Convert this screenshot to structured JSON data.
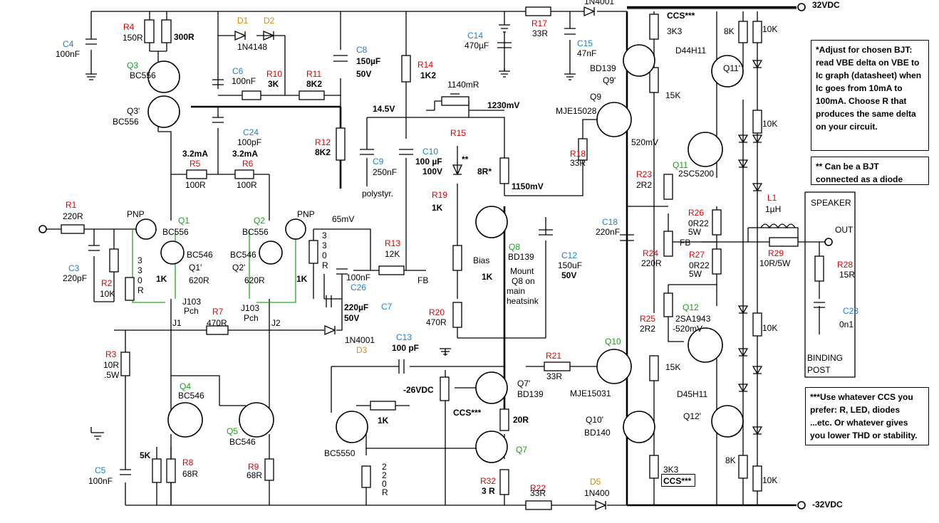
{
  "rails": {
    "pos": "32VDC",
    "neg": "-32VDC"
  },
  "notes": {
    "bjt": "*Adjust for chosen BJT: read VBE delta on VBE to Ic graph (datasheet) when Ic goes from 10mA to 100mA. Choose R that produces the same delta on your circuit.",
    "diode": "** Can be a BJT connected as a diode",
    "ccs": "***Use whatever CCS you prefer: R, LED, diodes ...etc. Or whatever gives you lower THD or stability."
  },
  "speaker": {
    "title": "SPEAKER",
    "out": "OUT",
    "binding": "BINDING",
    "post": "POST"
  },
  "labels": [
    {
      "t": "C4",
      "c": "blu"
    },
    {
      "t": "100nF",
      "c": "k"
    },
    {
      "t": "R4",
      "c": "red"
    },
    {
      "t": "150R",
      "c": "k"
    },
    {
      "t": "300R",
      "c": "k"
    },
    {
      "t": "Q3",
      "c": "grn"
    },
    {
      "t": "BC556",
      "c": "k"
    },
    {
      "t": "Q3'",
      "c": "k"
    },
    {
      "t": "BC556",
      "c": "k"
    },
    {
      "t": "D1",
      "c": "org"
    },
    {
      "t": "D2",
      "c": "org"
    },
    {
      "t": "1N4148",
      "c": "k"
    },
    {
      "t": "C6",
      "c": "blu"
    },
    {
      "t": "100nF",
      "c": "k"
    },
    {
      "t": "R10",
      "c": "red"
    },
    {
      "t": "3K",
      "c": "k"
    },
    {
      "t": "R11",
      "c": "red"
    },
    {
      "t": "8K2",
      "c": "k"
    },
    {
      "t": "C8",
      "c": "blu"
    },
    {
      "t": "150µF",
      "c": "k"
    },
    {
      "t": "50V",
      "c": "k"
    },
    {
      "t": "R12",
      "c": "red"
    },
    {
      "t": "8K2",
      "c": "k"
    },
    {
      "t": "C24",
      "c": "blu"
    },
    {
      "t": "100pF",
      "c": "k"
    },
    {
      "t": "3.2mA",
      "c": "k"
    },
    {
      "t": "3.2mA",
      "c": "k"
    },
    {
      "t": "R5",
      "c": "red"
    },
    {
      "t": "100R",
      "c": "k"
    },
    {
      "t": "R6",
      "c": "red"
    },
    {
      "t": "100R",
      "c": "k"
    },
    {
      "t": "R1",
      "c": "red"
    },
    {
      "t": "220R",
      "c": "k"
    },
    {
      "t": "PNP",
      "c": "k"
    },
    {
      "t": "Q1",
      "c": "grn"
    },
    {
      "t": "BC556",
      "c": "k"
    },
    {
      "t": "BC546",
      "c": "k"
    },
    {
      "t": "Q1'",
      "c": "k"
    },
    {
      "t": "620R",
      "c": "k"
    },
    {
      "t": "1K",
      "c": "k"
    },
    {
      "t": "3",
      "c": "k"
    },
    {
      "t": "3",
      "c": "k"
    },
    {
      "t": "0",
      "c": "k"
    },
    {
      "t": "R",
      "c": "k"
    },
    {
      "t": "Q2",
      "c": "grn"
    },
    {
      "t": "BC556",
      "c": "k"
    },
    {
      "t": "PNP",
      "c": "k"
    },
    {
      "t": "BC546",
      "c": "k"
    },
    {
      "t": "Q2'",
      "c": "k"
    },
    {
      "t": "620R",
      "c": "k"
    },
    {
      "t": "1K",
      "c": "k"
    },
    {
      "t": "3",
      "c": "k"
    },
    {
      "t": "3",
      "c": "k"
    },
    {
      "t": "0",
      "c": "k"
    },
    {
      "t": "R",
      "c": "k"
    },
    {
      "t": "65mV",
      "c": "k"
    },
    {
      "t": "C3",
      "c": "blu"
    },
    {
      "t": "220pF",
      "c": "k"
    },
    {
      "t": "R2",
      "c": "red"
    },
    {
      "t": "10K",
      "c": "k"
    },
    {
      "t": "J103",
      "c": "k"
    },
    {
      "t": "Pch",
      "c": "k"
    },
    {
      "t": "J1",
      "c": "k"
    },
    {
      "t": "R7",
      "c": "red"
    },
    {
      "t": "470R",
      "c": "k"
    },
    {
      "t": "J103",
      "c": "k"
    },
    {
      "t": "Pch",
      "c": "k"
    },
    {
      "t": "J2",
      "c": "k"
    },
    {
      "t": "100nF",
      "c": "k"
    },
    {
      "t": "C26",
      "c": "blu"
    },
    {
      "t": "220µF",
      "c": "k"
    },
    {
      "t": "50V",
      "c": "k"
    },
    {
      "t": "C7",
      "c": "blu"
    },
    {
      "t": "1N4001",
      "c": "k"
    },
    {
      "t": "D3",
      "c": "org"
    },
    {
      "t": "R13",
      "c": "red"
    },
    {
      "t": "12K",
      "c": "k"
    },
    {
      "t": "FB",
      "c": "k"
    },
    {
      "t": "R3",
      "c": "red"
    },
    {
      "t": "10R",
      "c": "k"
    },
    {
      "t": ".5W",
      "c": "k"
    },
    {
      "t": "Q4",
      "c": "grn"
    },
    {
      "t": "BC546",
      "c": "k"
    },
    {
      "t": "Q5",
      "c": "grn"
    },
    {
      "t": "BC546",
      "c": "k"
    },
    {
      "t": "5K",
      "c": "k"
    },
    {
      "t": "C5",
      "c": "blu"
    },
    {
      "t": "100nF",
      "c": "k"
    },
    {
      "t": "R8",
      "c": "red"
    },
    {
      "t": "68R",
      "c": "k"
    },
    {
      "t": "R9",
      "c": "red"
    },
    {
      "t": "68R",
      "c": "k"
    },
    {
      "t": "14.5V",
      "c": "k"
    },
    {
      "t": "C9",
      "c": "blu"
    },
    {
      "t": "250nF",
      "c": "k"
    },
    {
      "t": "polystyr.",
      "c": "k"
    },
    {
      "t": "C10",
      "c": "blu"
    },
    {
      "t": "100 µF",
      "c": "k"
    },
    {
      "t": "100V",
      "c": "k"
    },
    {
      "t": "R14",
      "c": "red"
    },
    {
      "t": "1K2",
      "c": "k"
    },
    {
      "t": "C14",
      "c": "blu"
    },
    {
      "t": "470µF",
      "c": "k"
    },
    {
      "t": "R17",
      "c": "red"
    },
    {
      "t": "33R",
      "c": "k"
    },
    {
      "t": "C15",
      "c": "blu"
    },
    {
      "t": "47nF",
      "c": "k"
    },
    {
      "t": "1N4001",
      "c": "k"
    },
    {
      "t": "1140mR",
      "c": "k"
    },
    {
      "t": "1230mV",
      "c": "k"
    },
    {
      "t": "R15",
      "c": "red"
    },
    {
      "t": "**",
      "c": "k"
    },
    {
      "t": "8R*",
      "c": "k"
    },
    {
      "t": "1150mV",
      "c": "k"
    },
    {
      "t": "R19",
      "c": "red"
    },
    {
      "t": "1K",
      "c": "k"
    },
    {
      "t": "Q8",
      "c": "grn"
    },
    {
      "t": "BD139",
      "c": "k"
    },
    {
      "t": "Bias",
      "c": "k"
    },
    {
      "t": "1K",
      "c": "k"
    },
    {
      "t": "Mount",
      "c": "k"
    },
    {
      "t": "Q8 on",
      "c": "k"
    },
    {
      "t": "main",
      "c": "k"
    },
    {
      "t": "heatsink",
      "c": "k"
    },
    {
      "t": "C12",
      "c": "blu"
    },
    {
      "t": "150uF",
      "c": "k"
    },
    {
      "t": "50V",
      "c": "k"
    },
    {
      "t": "R20",
      "c": "red"
    },
    {
      "t": "470R",
      "c": "k"
    },
    {
      "t": "C13",
      "c": "blu"
    },
    {
      "t": "100 pF",
      "c": "k"
    },
    {
      "t": "R21",
      "c": "red"
    },
    {
      "t": "33R",
      "c": "k"
    },
    {
      "t": "-26VDC",
      "c": "k"
    },
    {
      "t": "CCS***",
      "c": "k"
    },
    {
      "t": "1K",
      "c": "k"
    },
    {
      "t": "BC5550",
      "c": "k"
    },
    {
      "t": "2",
      "c": "k"
    },
    {
      "t": "2",
      "c": "k"
    },
    {
      "t": "0",
      "c": "k"
    },
    {
      "t": "R",
      "c": "k"
    },
    {
      "t": "Q7'",
      "c": "k"
    },
    {
      "t": "BD139",
      "c": "k"
    },
    {
      "t": "20R",
      "c": "k"
    },
    {
      "t": "Q7",
      "c": "grn"
    },
    {
      "t": "R32",
      "c": "red"
    },
    {
      "t": "3 R",
      "c": "k"
    },
    {
      "t": "R22",
      "c": "red"
    },
    {
      "t": "33R",
      "c": "k"
    },
    {
      "t": "D5",
      "c": "org"
    },
    {
      "t": "1N400",
      "c": "k"
    },
    {
      "t": "CCS***",
      "c": "k"
    },
    {
      "t": "3K3",
      "c": "k"
    },
    {
      "t": "BD139",
      "c": "k"
    },
    {
      "t": "Q9'",
      "c": "k"
    },
    {
      "t": "Q9",
      "c": "k"
    },
    {
      "t": "MJE15028",
      "c": "k"
    },
    {
      "t": "R18",
      "c": "red"
    },
    {
      "t": "33R",
      "c": "k"
    },
    {
      "t": "15K",
      "c": "k"
    },
    {
      "t": "520mV",
      "c": "k"
    },
    {
      "t": "R23",
      "c": "red"
    },
    {
      "t": "2R2",
      "c": "k"
    },
    {
      "t": "C18",
      "c": "blu"
    },
    {
      "t": "220nF",
      "c": "k"
    },
    {
      "t": "R24",
      "c": "red"
    },
    {
      "t": "220R",
      "c": "k"
    },
    {
      "t": "R25",
      "c": "red"
    },
    {
      "t": "2R2",
      "c": "k"
    },
    {
      "t": "Q10",
      "c": "grn"
    },
    {
      "t": "MJE15031",
      "c": "k"
    },
    {
      "t": "Q10'",
      "c": "k"
    },
    {
      "t": "BD140",
      "c": "k"
    },
    {
      "t": "15K",
      "c": "k"
    },
    {
      "t": "3K3",
      "c": "k"
    },
    {
      "t": "CCS***",
      "c": "k"
    },
    {
      "t": "D44H11",
      "c": "k"
    },
    {
      "t": "8K",
      "c": "k"
    },
    {
      "t": "Q11'",
      "c": "k"
    },
    {
      "t": "Q11",
      "c": "grn"
    },
    {
      "t": "2SC5200",
      "c": "k"
    },
    {
      "t": "R26",
      "c": "red"
    },
    {
      "t": "0R22",
      "c": "k"
    },
    {
      "t": "5W",
      "c": "k"
    },
    {
      "t": "R27",
      "c": "red"
    },
    {
      "t": "0R22",
      "c": "k"
    },
    {
      "t": "5W",
      "c": "k"
    },
    {
      "t": "FB",
      "c": "k"
    },
    {
      "t": "Q12",
      "c": "grn"
    },
    {
      "t": "2SA1943",
      "c": "k"
    },
    {
      "t": "-520mV",
      "c": "k"
    },
    {
      "t": "D45H11",
      "c": "k"
    },
    {
      "t": "Q12'",
      "c": "k"
    },
    {
      "t": "8K",
      "c": "k"
    },
    {
      "t": "10K",
      "c": "k"
    },
    {
      "t": "10K",
      "c": "k"
    },
    {
      "t": "10K",
      "c": "k"
    },
    {
      "t": "10K",
      "c": "k"
    },
    {
      "t": "L1",
      "c": "red"
    },
    {
      "t": "1µH",
      "c": "k"
    },
    {
      "t": "R29",
      "c": "red"
    },
    {
      "t": "10R/5W",
      "c": "k"
    },
    {
      "t": "R28",
      "c": "red"
    },
    {
      "t": "15R",
      "c": "k"
    },
    {
      "t": "C23",
      "c": "blu"
    },
    {
      "t": "0n1",
      "c": "k"
    }
  ]
}
